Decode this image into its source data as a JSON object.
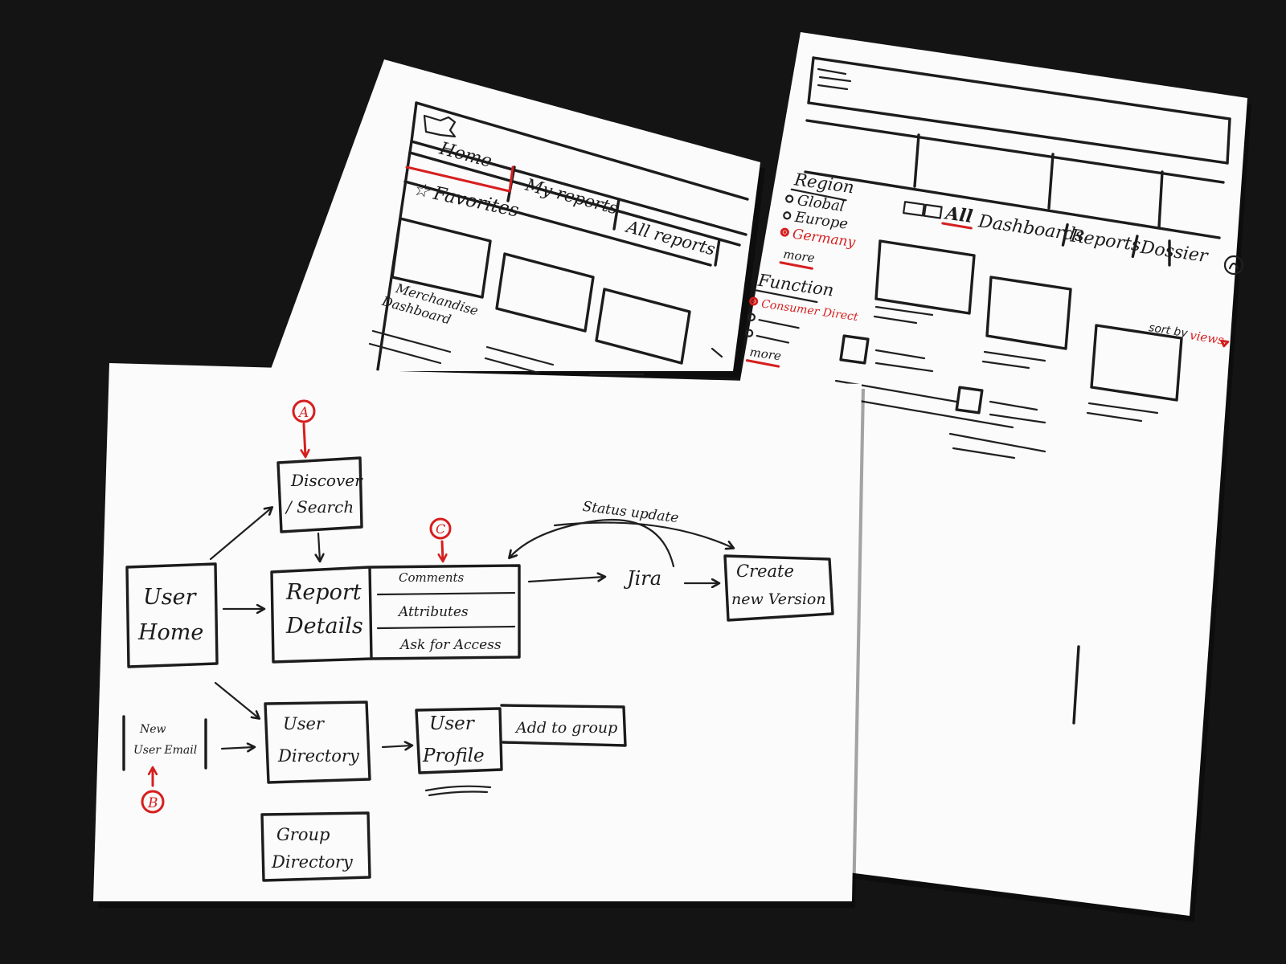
{
  "left_mockup": {
    "tabs": [
      "Home",
      "My reports",
      "All reports"
    ],
    "favorites_label": "Favorites",
    "card_label_line1": "Merchandise",
    "card_label_line2": "Dashboard"
  },
  "right_mockup": {
    "filter_region_title": "Region",
    "region_options": [
      "Global",
      "Europe",
      "Germany"
    ],
    "region_more": "more",
    "filter_function_title": "Function",
    "function_options": [
      "Consumer Direct"
    ],
    "function_more": "more",
    "content_tabs": [
      "All",
      "Dashboards",
      "Reports",
      "Dossier"
    ],
    "sort_label": "sort by",
    "sort_value": "views"
  },
  "flow_diagram": {
    "marker_a": "A",
    "marker_b": "B",
    "marker_c": "C",
    "nodes": {
      "discover_line1": "Discover",
      "discover_line2": "/ Search",
      "user_home_line1": "User",
      "user_home_line2": "Home",
      "report_details_line1": "Report",
      "report_details_line2": "Details",
      "comments": "Comments",
      "attributes": "Attributes",
      "ask_access": "Ask for Access",
      "jira": "Jira",
      "create_version_line1": "Create",
      "create_version_line2": "new Version",
      "new_user_email_line1": "New",
      "new_user_email_line2": "User Email",
      "user_directory_line1": "User",
      "user_directory_line2": "Directory",
      "user_profile_line1": "User",
      "user_profile_line2": "Profile",
      "add_to_group": "Add to group",
      "group_directory_line1": "Group",
      "group_directory_line2": "Directory"
    },
    "status_update_label": "Status update"
  }
}
